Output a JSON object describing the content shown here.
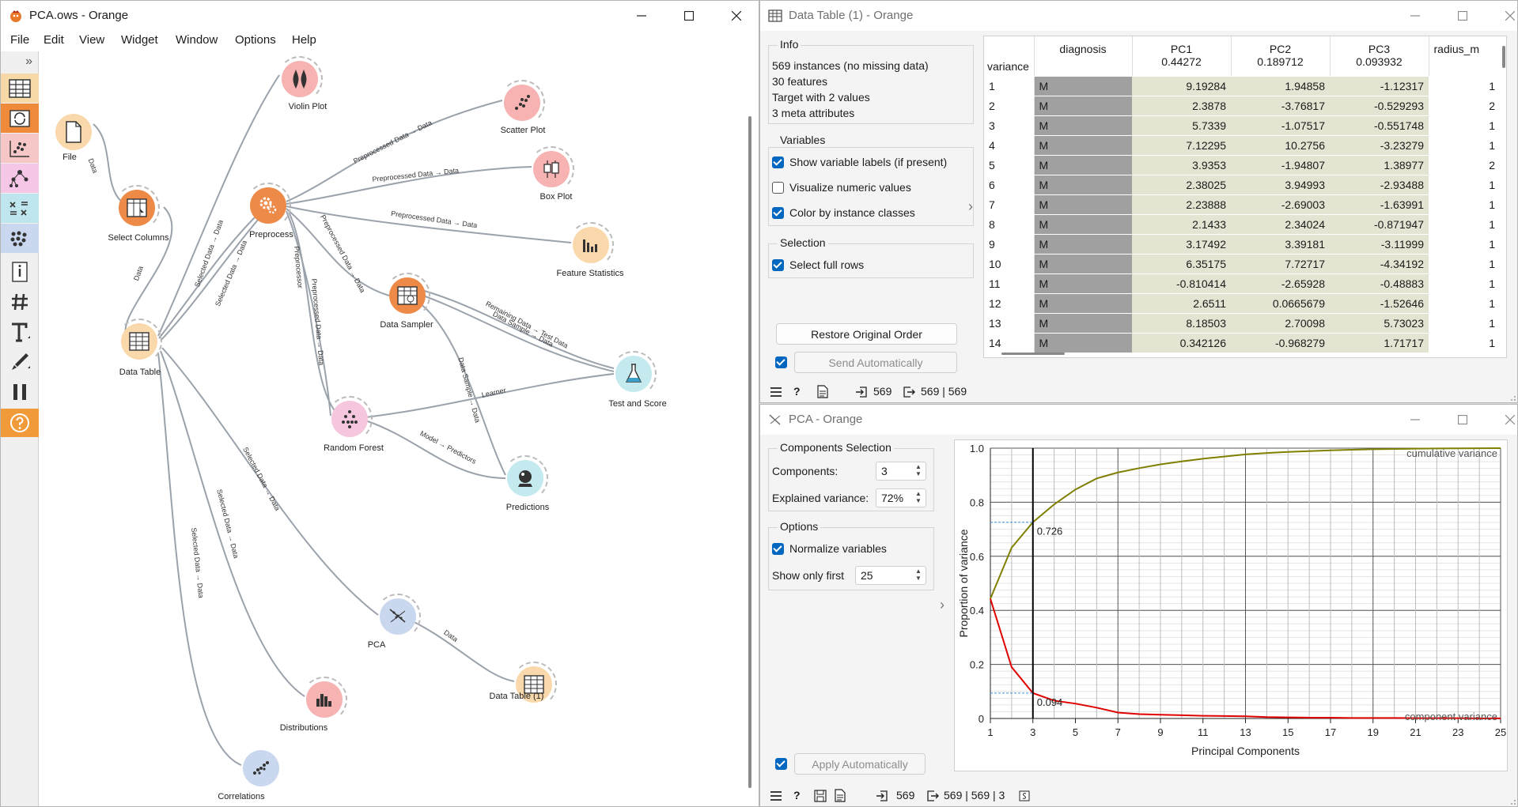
{
  "main_window": {
    "title": "PCA.ows - Orange",
    "menu": [
      "File",
      "Edit",
      "View",
      "Widget",
      "Window",
      "Options",
      "Help"
    ],
    "toolbox_collapse": "»",
    "workflow": {
      "nodes": [
        {
          "id": "file",
          "label": "File"
        },
        {
          "id": "select_columns",
          "label": "Select Columns"
        },
        {
          "id": "data_table",
          "label": "Data Table"
        },
        {
          "id": "violin_plot",
          "label": "Violin Plot"
        },
        {
          "id": "scatter_plot",
          "label": "Scatter Plot"
        },
        {
          "id": "box_plot",
          "label": "Box Plot"
        },
        {
          "id": "preprocess",
          "label": "Preprocess"
        },
        {
          "id": "feature_statistics",
          "label": "Feature Statistics"
        },
        {
          "id": "data_sampler",
          "label": "Data Sampler"
        },
        {
          "id": "test_and_score",
          "label": "Test and Score"
        },
        {
          "id": "random_forest",
          "label": "Random Forest"
        },
        {
          "id": "predictions",
          "label": "Predictions"
        },
        {
          "id": "pca",
          "label": "PCA"
        },
        {
          "id": "data_table_1",
          "label": "Data Table (1)"
        },
        {
          "id": "distributions",
          "label": "Distributions"
        },
        {
          "id": "correlations",
          "label": "Correlations"
        }
      ],
      "links": [
        {
          "id": "file_select",
          "label": "Data"
        },
        {
          "id": "select_table",
          "label": "Data"
        },
        {
          "id": "table_violin",
          "label": "Selected Data → Data"
        },
        {
          "id": "table_preprocess_a",
          "label": "Selected Data → Data"
        },
        {
          "id": "table_preprocess_b",
          "label": "Selected Data → Data"
        },
        {
          "id": "pre_scatter",
          "label": "Preprocessed Data → Data"
        },
        {
          "id": "pre_box",
          "label": "Preprocessed Data → Data"
        },
        {
          "id": "pre_featstat",
          "label": "Preprocessed Data → Data"
        },
        {
          "id": "pre_sampler",
          "label": "Preprocessed Data → Data"
        },
        {
          "id": "pre_rf_preprocessor",
          "label": "Preprocessor"
        },
        {
          "id": "pre_rf_data",
          "label": "Preprocessed Data → Data"
        },
        {
          "id": "sampler_test_remaining",
          "label": "Remaining Data → Test Data"
        },
        {
          "id": "sampler_test_sample",
          "label": "Data Sample → Data"
        },
        {
          "id": "sampler_predictions",
          "label": "Data Sample → Data"
        },
        {
          "id": "rf_test",
          "label": "Learner"
        },
        {
          "id": "rf_predictions",
          "label": "Model → Predictors"
        },
        {
          "id": "table_pca",
          "label": "Selected Data → Data"
        },
        {
          "id": "table_distributions",
          "label": "Selected Data → Data"
        },
        {
          "id": "table_correlations",
          "label": "Selected Data → Data"
        },
        {
          "id": "pca_table1",
          "label": "Data"
        }
      ]
    }
  },
  "data_table_window": {
    "title": "Data Table (1) - Orange",
    "info": {
      "title": "Info",
      "lines": [
        "569 instances (no missing data)",
        "30 features",
        "Target with 2 values",
        "3 meta attributes"
      ]
    },
    "variables": {
      "title": "Variables",
      "show_labels": "Show variable labels (if present)",
      "visualize_numeric": "Visualize numeric values",
      "color_by_class": "Color by instance classes"
    },
    "selection": {
      "title": "Selection",
      "select_full_rows": "Select full rows"
    },
    "restore_button": "Restore Original Order",
    "send_automatically": "Send Automatically",
    "table": {
      "corner_label": "variance",
      "columns": [
        {
          "name": "diagnosis",
          "sub": ""
        },
        {
          "name": "PC1",
          "sub": "0.44272"
        },
        {
          "name": "PC2",
          "sub": "0.189712"
        },
        {
          "name": "PC3",
          "sub": "0.093932"
        },
        {
          "name": "radius_m",
          "sub": ""
        }
      ],
      "rows": [
        {
          "n": "1",
          "diagnosis": "M",
          "pc1": "9.19284",
          "pc2": "1.94858",
          "pc3": "-1.12317",
          "radius": "1"
        },
        {
          "n": "2",
          "diagnosis": "M",
          "pc1": "2.3878",
          "pc2": "-3.76817",
          "pc3": "-0.529293",
          "radius": "2"
        },
        {
          "n": "3",
          "diagnosis": "M",
          "pc1": "5.7339",
          "pc2": "-1.07517",
          "pc3": "-0.551748",
          "radius": "1"
        },
        {
          "n": "4",
          "diagnosis": "M",
          "pc1": "7.12295",
          "pc2": "10.2756",
          "pc3": "-3.23279",
          "radius": "1"
        },
        {
          "n": "5",
          "diagnosis": "M",
          "pc1": "3.9353",
          "pc2": "-1.94807",
          "pc3": "1.38977",
          "radius": "2"
        },
        {
          "n": "6",
          "diagnosis": "M",
          "pc1": "2.38025",
          "pc2": "3.94993",
          "pc3": "-2.93488",
          "radius": "1"
        },
        {
          "n": "7",
          "diagnosis": "M",
          "pc1": "2.23888",
          "pc2": "-2.69003",
          "pc3": "-1.63991",
          "radius": "1"
        },
        {
          "n": "8",
          "diagnosis": "M",
          "pc1": "2.1433",
          "pc2": "2.34024",
          "pc3": "-0.871947",
          "radius": "1"
        },
        {
          "n": "9",
          "diagnosis": "M",
          "pc1": "3.17492",
          "pc2": "3.39181",
          "pc3": "-3.11999",
          "radius": "1"
        },
        {
          "n": "10",
          "diagnosis": "M",
          "pc1": "6.35175",
          "pc2": "7.72717",
          "pc3": "-4.34192",
          "radius": "1"
        },
        {
          "n": "11",
          "diagnosis": "M",
          "pc1": "-0.810414",
          "pc2": "-2.65928",
          "pc3": "-0.48883",
          "radius": "1"
        },
        {
          "n": "12",
          "diagnosis": "M",
          "pc1": "2.6511",
          "pc2": "0.0665679",
          "pc3": "-1.52646",
          "radius": "1"
        },
        {
          "n": "13",
          "diagnosis": "M",
          "pc1": "8.18503",
          "pc2": "2.70098",
          "pc3": "5.73023",
          "radius": "1"
        },
        {
          "n": "14",
          "diagnosis": "M",
          "pc1": "0.342126",
          "pc2": "-0.968279",
          "pc3": "1.71717",
          "radius": "1"
        }
      ]
    },
    "status": {
      "input": "569",
      "output": "569 | 569"
    }
  },
  "pca_window": {
    "title": "PCA - Orange",
    "components_selection": {
      "title": "Components Selection",
      "components_label": "Components:",
      "components_value": "3",
      "explained_label": "Explained variance:",
      "explained_value": "72%"
    },
    "options": {
      "title": "Options",
      "normalize": "Normalize variables",
      "show_only_first_label": "Show only first",
      "show_only_first_value": "25"
    },
    "apply_automatically": "Apply Automatically",
    "status": {
      "input": "569",
      "output": "569 | 569 | 3"
    }
  },
  "chart_data": {
    "type": "line",
    "xlabel": "Principal Components",
    "ylabel": "Proportion of variance",
    "xlim": [
      1,
      25
    ],
    "ylim": [
      0,
      1.0
    ],
    "x_ticks": [
      1,
      3,
      5,
      7,
      9,
      11,
      13,
      15,
      17,
      19,
      21,
      23,
      25
    ],
    "y_ticks": [
      0,
      0.2,
      0.4,
      0.6,
      0.8,
      1.0
    ],
    "x": [
      1,
      2,
      3,
      4,
      5,
      6,
      7,
      8,
      9,
      10,
      11,
      12,
      13,
      14,
      15,
      16,
      17,
      18,
      19,
      20,
      21,
      22,
      23,
      24,
      25
    ],
    "series": [
      {
        "name": "cumulative variance",
        "color": "#7f7f00",
        "values": [
          0.443,
          0.632,
          0.726,
          0.792,
          0.847,
          0.888,
          0.91,
          0.926,
          0.94,
          0.951,
          0.961,
          0.969,
          0.977,
          0.982,
          0.986,
          0.989,
          0.992,
          0.994,
          0.996,
          0.997,
          0.998,
          0.999,
          0.9993,
          0.9996,
          1.0
        ]
      },
      {
        "name": "component variance",
        "color": "#e00000",
        "values": [
          0.443,
          0.19,
          0.094,
          0.066,
          0.055,
          0.04,
          0.022,
          0.016,
          0.014,
          0.012,
          0.01,
          0.009,
          0.008,
          0.005,
          0.004,
          0.003,
          0.003,
          0.002,
          0.002,
          0.002,
          0.001,
          0.001,
          0.001,
          0.0005,
          0.0003
        ]
      }
    ],
    "annotations": [
      {
        "x": 3,
        "y": 0.726,
        "text": "0.726"
      },
      {
        "x": 3,
        "y": 0.094,
        "text": "0.094"
      }
    ],
    "selected_component": 3,
    "grid": true
  },
  "colors": {
    "accent": "#0067c0",
    "class_column": "#a0a0a0",
    "numeric_column": "#e4e4d2"
  }
}
